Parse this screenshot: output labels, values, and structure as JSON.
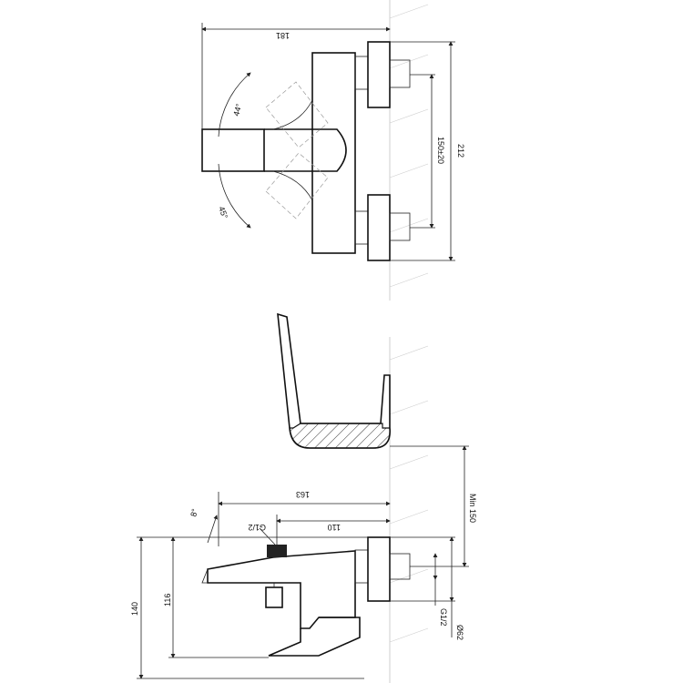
{
  "diagram": {
    "top_view": {
      "width_dim": "181",
      "height_dim": "212",
      "center_dim": "150±20",
      "angle_up": "44°",
      "angle_down": "45°"
    },
    "side_view": {
      "length_dim": "163",
      "spout_dim": "110",
      "thread_top": "G1/2",
      "angle": "8°",
      "height_dim": "140",
      "height_inner_dim": "116",
      "min_dim": "Min 150",
      "thread_side": "G1/2",
      "flange_dim": "Ø62"
    }
  }
}
